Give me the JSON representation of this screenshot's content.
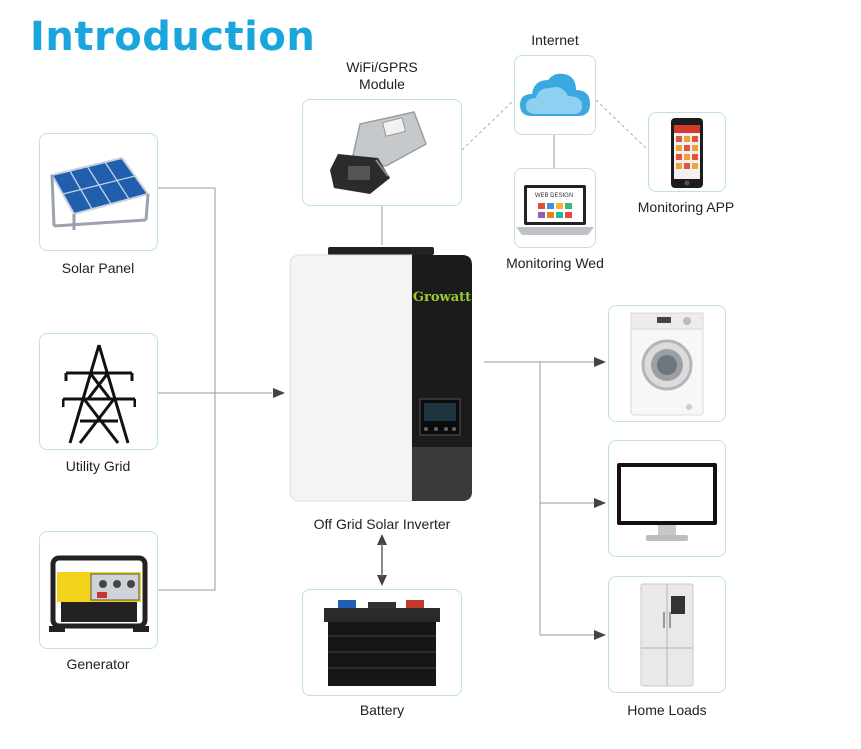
{
  "title": "Introduction",
  "nodes": {
    "solar_panel": "Solar Panel",
    "utility_grid": "Utility Grid",
    "generator": "Generator",
    "wifi_module_line1": "WiFi/GPRS",
    "wifi_module_line2": "Module",
    "internet": "Internet",
    "monitoring_web": "Monitoring Wed",
    "monitoring_app": "Monitoring APP",
    "inverter": "Off Grid Solar Inverter",
    "battery": "Battery",
    "home_loads": "Home Loads"
  },
  "inverter_brand": "Growatt",
  "web_screen_text": "WEB DESIGN",
  "colors": {
    "title": "#1aa6dc",
    "box_border": "#bfe3dc",
    "wire": "#9a9a9a",
    "arrow": "#444444"
  }
}
